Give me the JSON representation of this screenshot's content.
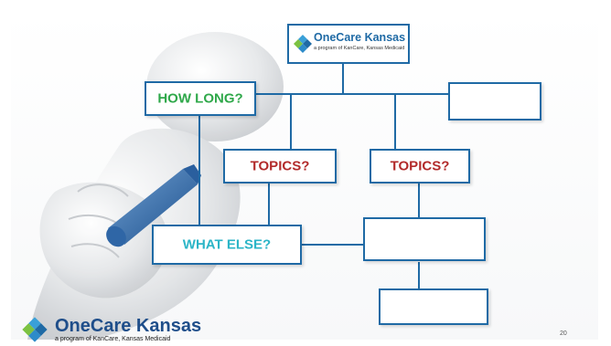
{
  "logo": {
    "name": "OneCare Kansas",
    "tagline": "a program of KanCare, Kansas Medicaid"
  },
  "boxes": {
    "how_long": "HOW LONG?",
    "topics_left": "TOPICS?",
    "topics_right": "TOPICS?",
    "what_else": "WHAT ELSE?"
  },
  "footer": {
    "logo_name": "OneCare Kansas",
    "logo_tagline": "a program of KanCare, Kansas Medicaid",
    "slide_number": "20"
  },
  "colors": {
    "box_border": "#1f6aa5",
    "green_label": "#2fa84a",
    "red_label": "#b22a2a",
    "teal_label": "#2bb5c7"
  }
}
